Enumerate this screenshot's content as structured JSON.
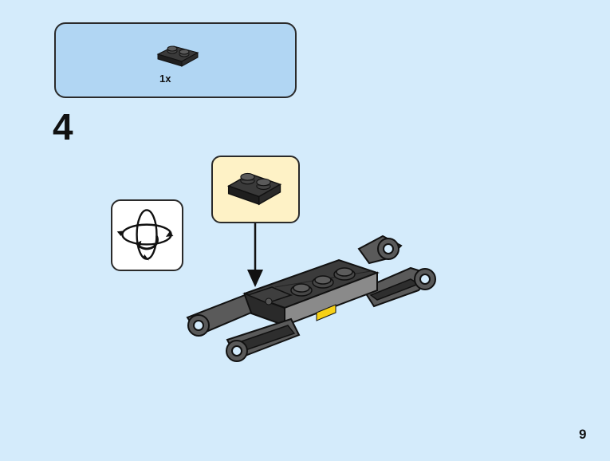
{
  "parts_list": {
    "items": [
      {
        "icon": "plate-1x2-black-icon",
        "quantity": "1x",
        "color": "#2b2b2b"
      }
    ]
  },
  "step": {
    "number": "4"
  },
  "rotate_hint": {
    "icon": "rotate-model-icon"
  },
  "callout": {
    "icon": "plate-1x2-black-icon"
  },
  "page": {
    "number": "9"
  },
  "colors": {
    "background": "#d4ebfb",
    "parts_box": "#b1d6f3",
    "callout_box": "#fef2c6",
    "brick_dark": "#2b2b2b",
    "frame_gray": "#5a5a5a",
    "accent_yellow": "#f7d117"
  }
}
